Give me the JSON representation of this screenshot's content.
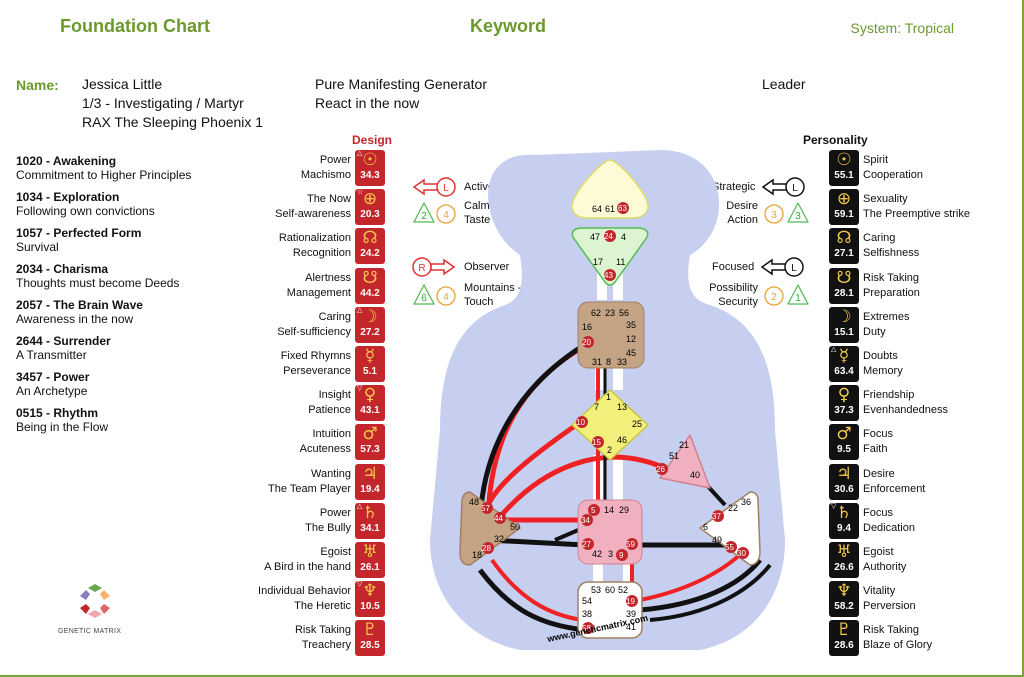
{
  "header": {
    "title": "Foundation Chart",
    "center": "Keyword",
    "system": "System: Tropical"
  },
  "profile": {
    "name_label": "Name:",
    "name": "Jessica Little",
    "profile": "1/3 - Investigating / Martyr",
    "cross": "RAX The Sleeping Phoenix 1",
    "type": "Pure Manifesting Generator",
    "strategy": "React in the now",
    "role": "Leader"
  },
  "themes": [
    {
      "title": "1020 - Awakening",
      "desc": "Commitment to Higher Principles"
    },
    {
      "title": "1034 - Exploration",
      "desc": "Following own convictions"
    },
    {
      "title": "1057 - Perfected Form",
      "desc": "Survival"
    },
    {
      "title": "2034 - Charisma",
      "desc": "Thoughts must become Deeds"
    },
    {
      "title": "2057 - The Brain Wave",
      "desc": "Awareness in the now"
    },
    {
      "title": "2644 - Surrender",
      "desc": "A Transmitter"
    },
    {
      "title": "3457 - Power",
      "desc": "An Archetype"
    },
    {
      "title": "0515 - Rhythm",
      "desc": "Being in the Flow"
    }
  ],
  "design": {
    "header": "Design",
    "planets": [
      {
        "l1": "Power",
        "l2": "Machismo",
        "symbol": "☉",
        "gate": "34.3",
        "mark": "△"
      },
      {
        "l1": "The Now",
        "l2": "Self-awareness",
        "symbol": "⊕",
        "gate": "20.3",
        "mark": "☆"
      },
      {
        "l1": "Rationalization",
        "l2": "Recognition",
        "symbol": "☊",
        "gate": "24.2",
        "mark": ""
      },
      {
        "l1": "Alertness",
        "l2": "Management",
        "symbol": "☋",
        "gate": "44.2",
        "mark": ""
      },
      {
        "l1": "Caring",
        "l2": "Self-sufficiency",
        "symbol": "☽",
        "gate": "27.2",
        "mark": "△"
      },
      {
        "l1": "Fixed Rhymns",
        "l2": "Perseverance",
        "symbol": "☿",
        "gate": "5.1",
        "mark": ""
      },
      {
        "l1": "Insight",
        "l2": "Patience",
        "symbol": "♀",
        "gate": "43.1",
        "mark": "▽"
      },
      {
        "l1": "Intuition",
        "l2": "Acuteness",
        "symbol": "♂",
        "gate": "57.3",
        "mark": ""
      },
      {
        "l1": "Wanting",
        "l2": "The Team Player",
        "symbol": "♃",
        "gate": "19.4",
        "mark": ""
      },
      {
        "l1": "Power",
        "l2": "The Bully",
        "symbol": "♄",
        "gate": "34.1",
        "mark": "△"
      },
      {
        "l1": "Egoist",
        "l2": "A Bird in the hand",
        "symbol": "♅",
        "gate": "26.1",
        "mark": ""
      },
      {
        "l1": "Individual Behavior",
        "l2": "The Heretic",
        "symbol": "♆",
        "gate": "10.5",
        "mark": "▽"
      },
      {
        "l1": "Risk Taking",
        "l2": "Treachery",
        "symbol": "♇",
        "gate": "28.5",
        "mark": ""
      }
    ]
  },
  "personality": {
    "header": "Personality",
    "planets": [
      {
        "l1": "Spirit",
        "l2": "Cooperation",
        "symbol": "☉",
        "gate": "55.1",
        "mark": ""
      },
      {
        "l1": "Sexuality",
        "l2": "The Preemptive strike",
        "symbol": "⊕",
        "gate": "59.1",
        "mark": ""
      },
      {
        "l1": "Caring",
        "l2": "Selfishness",
        "symbol": "☊",
        "gate": "27.1",
        "mark": ""
      },
      {
        "l1": "Risk Taking",
        "l2": "Preparation",
        "symbol": "☋",
        "gate": "28.1",
        "mark": ""
      },
      {
        "l1": "Extremes",
        "l2": "Duty",
        "symbol": "☽",
        "gate": "15.1",
        "mark": ""
      },
      {
        "l1": "Doubts",
        "l2": "Memory",
        "symbol": "☿",
        "gate": "63.4",
        "mark": "△"
      },
      {
        "l1": "Friendship",
        "l2": "Evenhandedness",
        "symbol": "♀",
        "gate": "37.3",
        "mark": ""
      },
      {
        "l1": "Focus",
        "l2": "Faith",
        "symbol": "♂",
        "gate": "9.5",
        "mark": ""
      },
      {
        "l1": "Desire",
        "l2": "Enforcement",
        "symbol": "♃",
        "gate": "30.6",
        "mark": ""
      },
      {
        "l1": "Focus",
        "l2": "Dedication",
        "symbol": "♄",
        "gate": "9.4",
        "mark": "▽"
      },
      {
        "l1": "Egoist",
        "l2": "Authority",
        "symbol": "♅",
        "gate": "26.6",
        "mark": ""
      },
      {
        "l1": "Vitality",
        "l2": "Perversion",
        "symbol": "♆",
        "gate": "58.2",
        "mark": ""
      },
      {
        "l1": "Risk Taking",
        "l2": "Blaze of Glory",
        "symbol": "♇",
        "gate": "28.6",
        "mark": ""
      }
    ]
  },
  "variables": {
    "left": {
      "active": "Active",
      "calm": "Calm",
      "taste": "Taste",
      "observer": "Observer",
      "mountains": "Mountains - Passive",
      "touch": "Touch",
      "arrow1": "L",
      "arrow2": "R",
      "tri1a": "2",
      "tri1b": "4",
      "tri2a": "6",
      "tri2b": "4"
    },
    "right": {
      "strategic": "Strategic",
      "desire": "Desire",
      "action": "Action",
      "focused": "Focused",
      "possibility": "Possibility",
      "security": "Security",
      "arrow1": "L",
      "arrow2": "L",
      "tri1a": "3",
      "tri1b": "3",
      "tri2a": "2",
      "tri2b": "1"
    }
  },
  "bodygraph": {
    "head": [
      "64",
      "61",
      "63"
    ],
    "ajna": [
      "47",
      "24",
      "4",
      "17",
      "11",
      "43"
    ],
    "throat": [
      "62",
      "23",
      "56",
      "16",
      "35",
      "20",
      "12",
      "45",
      "31",
      "8",
      "33"
    ],
    "g": [
      "1",
      "7",
      "13",
      "10",
      "25",
      "15",
      "46",
      "2"
    ],
    "heart": [
      "21",
      "51",
      "26",
      "40"
    ],
    "spleen": [
      "48",
      "57",
      "44",
      "50",
      "32",
      "28",
      "18"
    ],
    "sacral": [
      "5",
      "14",
      "29",
      "34",
      "27",
      "42",
      "3",
      "59",
      "9"
    ],
    "solar": [
      "36",
      "22",
      "37",
      "6",
      "49",
      "55",
      "30"
    ],
    "root": [
      "53",
      "60",
      "52",
      "54",
      "19",
      "38",
      "39",
      "58",
      "41"
    ],
    "url": "www.geneticmatrix.com"
  },
  "logo_text": "GENETIC MATRIX",
  "colors": {
    "accent": "#6a9a2e",
    "design": "#c3272b",
    "personality": "#111111",
    "head": "#fdfbd6",
    "ajna": "#dcf4d2",
    "throat": "#c4a484",
    "g": "#f2ef7a",
    "heart": "#f0b0c0",
    "spleen": "#c4a484",
    "sacral": "#f0b0c0",
    "solar": "#ffffff",
    "root": "#ffffff",
    "body": "#c7cff0"
  }
}
